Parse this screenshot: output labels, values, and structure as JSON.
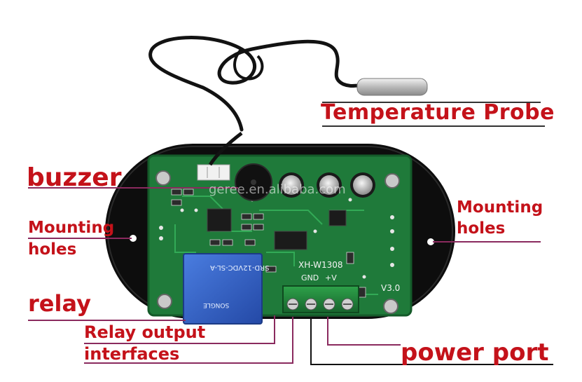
{
  "labels": {
    "probe": "Temperature Probe",
    "buzzer": "buzzer",
    "mounting_left_1": "Mounting",
    "mounting_left_2": "holes",
    "mounting_right_1": "Mounting",
    "mounting_right_2": "holes",
    "relay": "relay",
    "relay_output_1": "Relay output",
    "relay_output_2": "interfaces",
    "power_port": "power port"
  },
  "board_silkscreen": {
    "model": "XH-W1308",
    "gnd": "GND",
    "plus_v": "+V",
    "version": "V3.0"
  },
  "relay_print": {
    "model": "SRD-12VDC-SL-A",
    "brand": "SONGLE"
  },
  "watermark": "geree.en.alibaba.com",
  "colors": {
    "label_red": "#c4121a",
    "pcb_green": "#1f7a3a",
    "housing_black": "#0d0d0d",
    "relay_blue": "#2f5fc0",
    "leader_line_magenta": "#8a2a5e"
  }
}
